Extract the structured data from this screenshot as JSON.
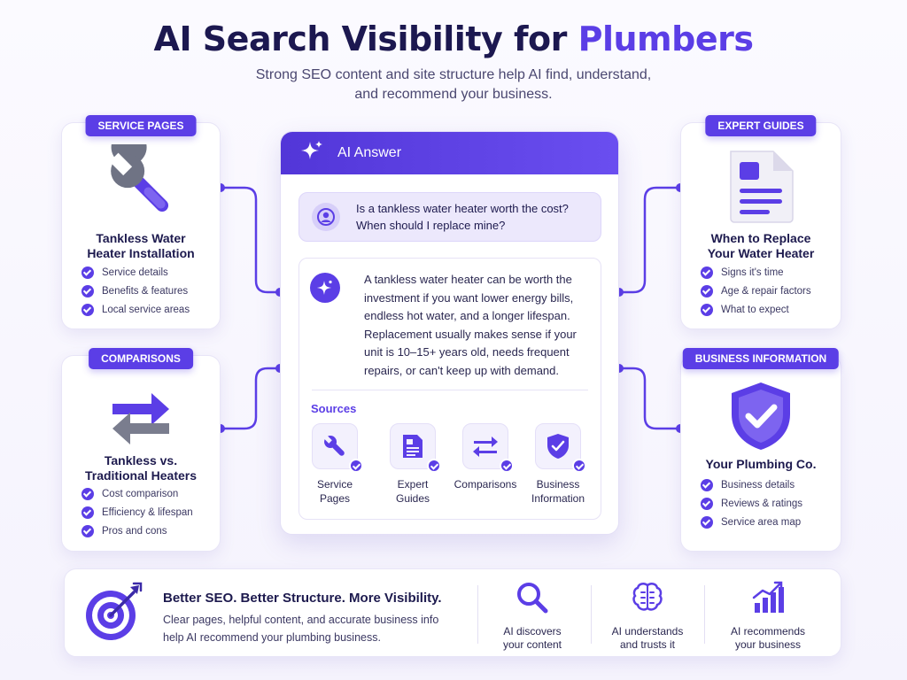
{
  "header": {
    "title_main": "AI Search Visibility for ",
    "title_accent": "Plumbers",
    "subtitle_line1": "Strong SEO content and site structure help AI find, understand,",
    "subtitle_line2": "and recommend your business."
  },
  "colors": {
    "primary": "#5b3ee6",
    "dark_text": "#1c1850",
    "background": "#f7f5fe"
  },
  "cards": {
    "service_pages": {
      "pill": "SERVICE PAGES",
      "icon": "wrench-icon",
      "heading_line1": "Tankless Water",
      "heading_line2": "Heater Installation",
      "items": [
        "Service details",
        "Benefits & features",
        "Local service areas"
      ]
    },
    "comparisons": {
      "pill": "COMPARISONS",
      "icon": "swap-arrows-icon",
      "heading_line1": "Tankless vs.",
      "heading_line2": "Traditional Heaters",
      "items": [
        "Cost comparison",
        "Efficiency & lifespan",
        "Pros and cons"
      ]
    },
    "expert_guides": {
      "pill": "EXPERT GUIDES",
      "icon": "document-icon",
      "heading_line1": "When to Replace",
      "heading_line2": "Your Water Heater",
      "items": [
        "Signs it's time",
        "Age & repair factors",
        "What to expect"
      ]
    },
    "business_info": {
      "pill": "BUSINESS INFORMATION",
      "icon": "shield-check-icon",
      "heading_line1": "Your Plumbing Co.",
      "items": [
        "Business details",
        "Reviews & ratings",
        "Service area map"
      ]
    }
  },
  "ai_answer": {
    "header_title": "AI Answer",
    "question_line1": "Is a tankless water heater worth the cost?",
    "question_line2": "When should I replace mine?",
    "answer_lines": [
      "A tankless water heater can be worth the",
      "investment if you want lower energy bills,",
      "endless hot water, and a longer lifespan.",
      "Replacement usually makes sense if your",
      "unit is 10–15+ years old, needs frequent",
      "repairs, or can't keep up with demand."
    ],
    "sources_label": "Sources",
    "sources": [
      {
        "line1": "Service",
        "line2": "Pages",
        "icon": "wrench-icon"
      },
      {
        "line1": "Expert",
        "line2": "Guides",
        "icon": "document-icon"
      },
      {
        "line1": "Comparisons",
        "line2": "",
        "icon": "swap-arrows-icon"
      },
      {
        "line1": "Business",
        "line2": "Information",
        "icon": "shield-check-icon"
      }
    ]
  },
  "footer": {
    "icon": "target-icon",
    "headline": "Better SEO. Better Structure. More Visibility.",
    "body_line1": "Clear pages, helpful content, and accurate business info",
    "body_line2": "help AI recommend your plumbing business.",
    "steps": [
      {
        "line1": "AI discovers",
        "line2": "your content",
        "icon": "magnifier-icon"
      },
      {
        "line1": "AI understands",
        "line2": "and trusts it",
        "icon": "brain-icon"
      },
      {
        "line1": "AI recommends",
        "line2": "your business",
        "icon": "growth-chart-icon"
      }
    ]
  }
}
